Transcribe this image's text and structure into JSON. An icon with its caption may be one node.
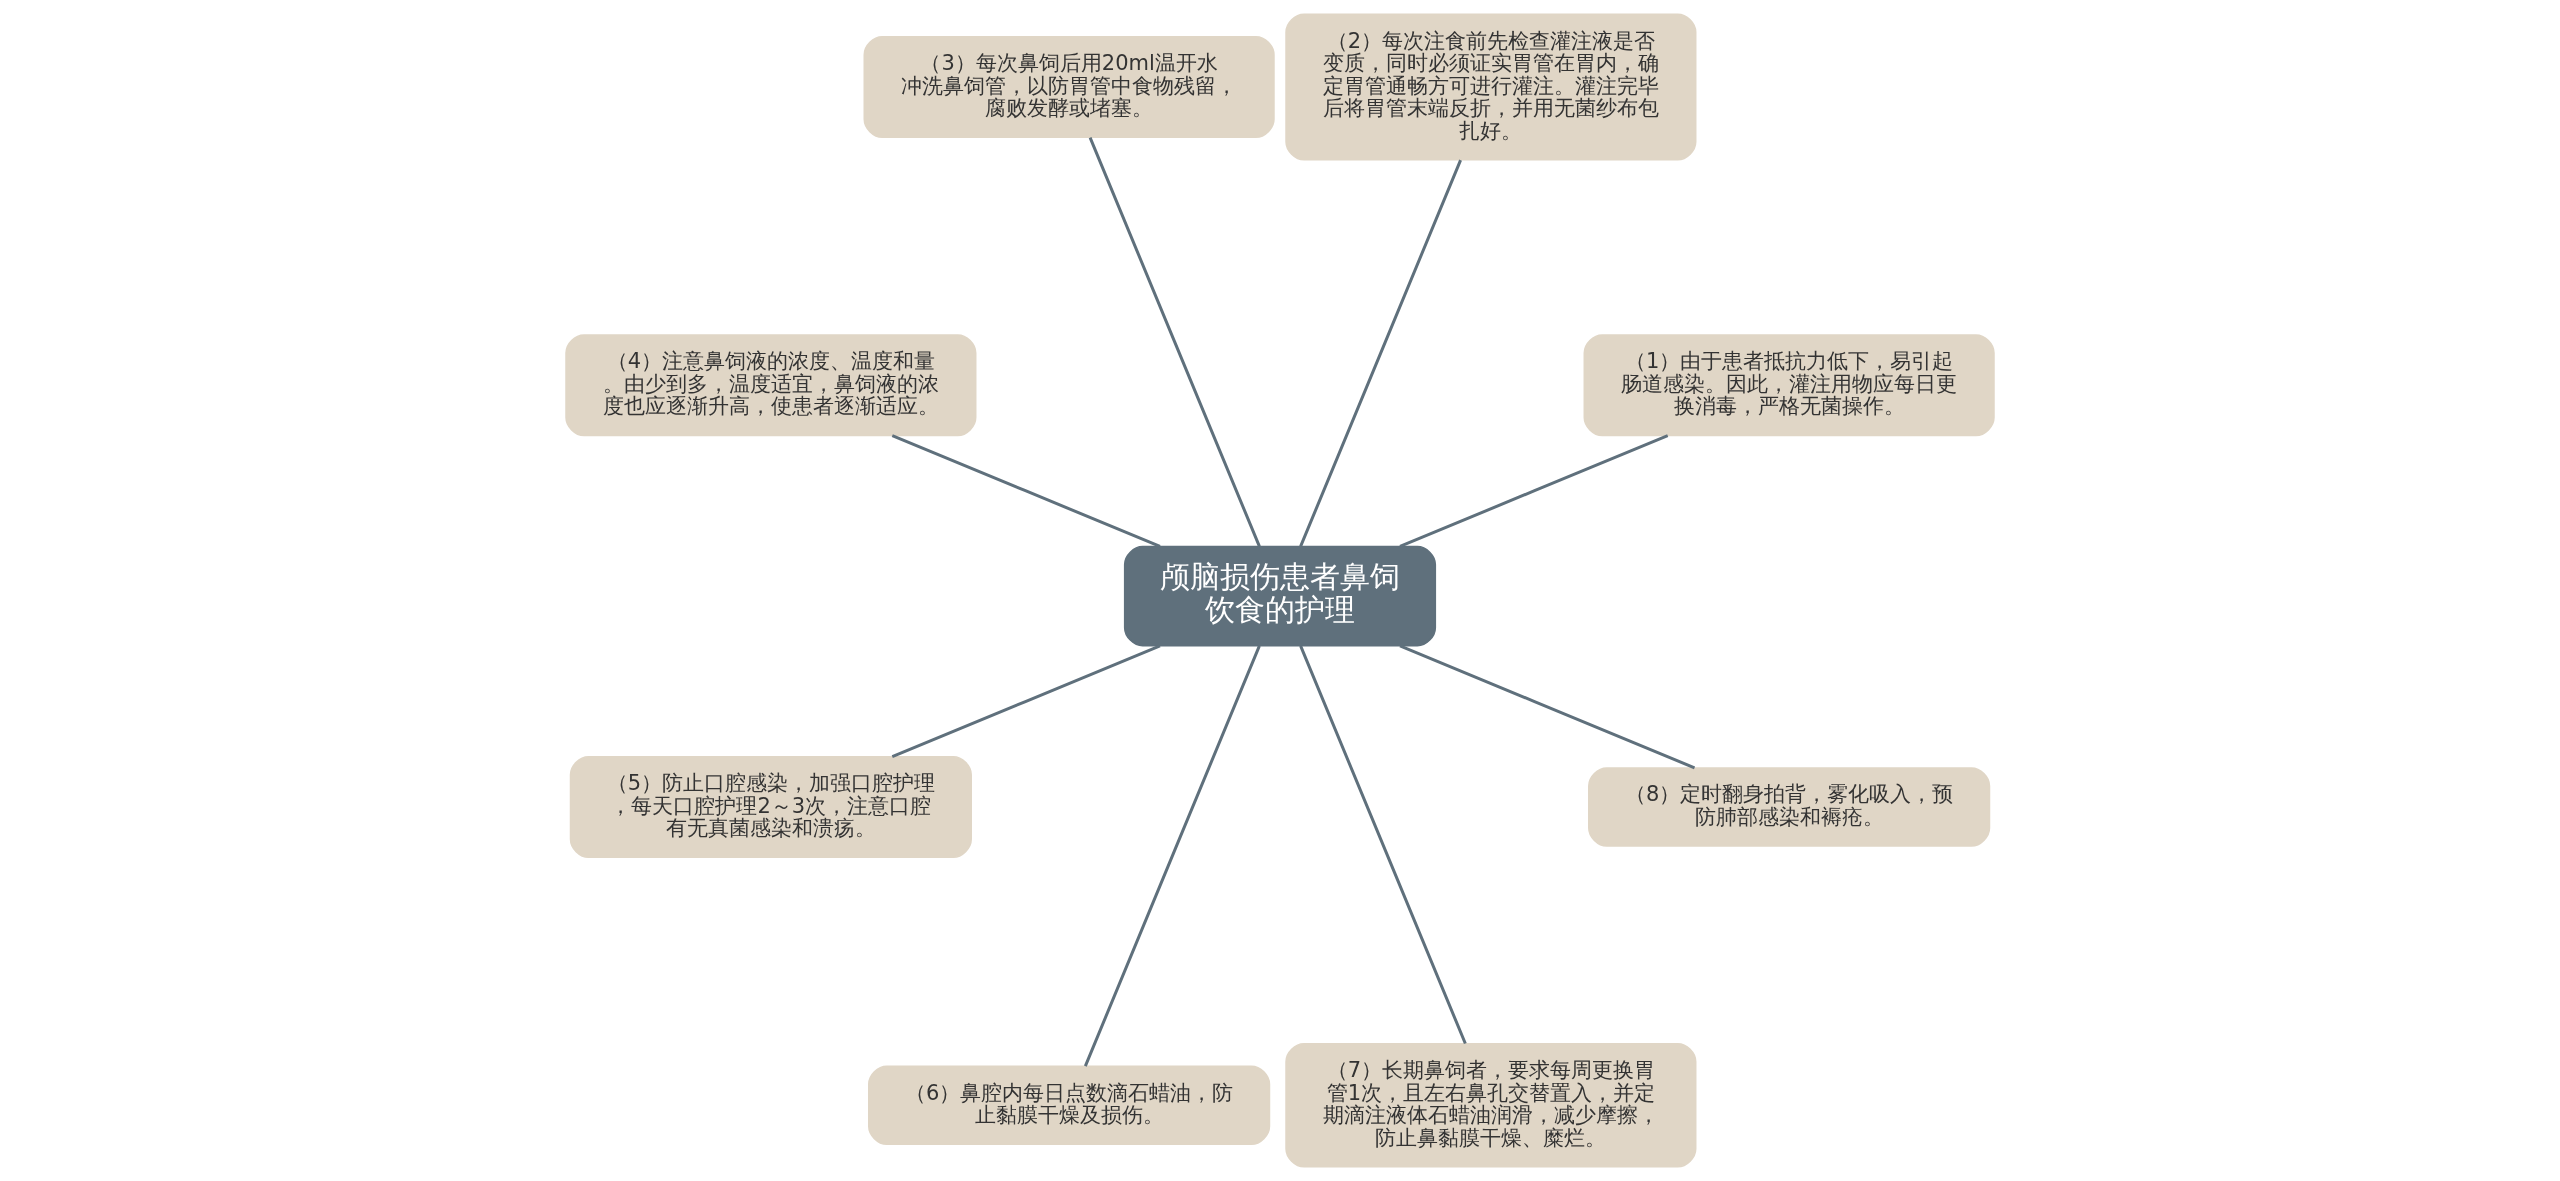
{
  "diagram": {
    "nodes": [
      {
        "text": [
          "颅脑损伤患者鼻饲饮食的护理"
        ]
      },
      {
        "text": [
          "（1）由于患者抵抗力低下，易引起肠道感染。因此，灌注用物应每日更换消毒，严格无菌操作。"
        ]
      },
      {
        "text": [
          "（2）每次注食前先检查灌注液是否变质，同时必须证实胃管在胃内，确定胃管通畅方可进行灌注。灌注完毕后将胃管末端反折，并用无菌纱布包扎好。"
        ]
      },
      {
        "text": [
          "（3）每次鼻饲后用20ml温开水冲洗鼻饲管，以防胃管中食物残留，腐败发酵或堵塞。"
        ]
      },
      {
        "text": [
          "（4）注意鼻饲液的浓度、温度和量。由少到多，温度适宜，鼻饲液的浓度也应逐渐升高，使患者逐渐适应。"
        ]
      },
      {
        "text": [
          "（5）防止口腔感染，加强口腔护理，每天口腔护理2～3次，注意口腔有无真菌感染和溃疡。"
        ]
      },
      {
        "text": [
          "（6）鼻腔内每日点数滴石蜡油，防止黏膜干燥及损伤。"
        ]
      },
      {
        "text": [
          "（7）长期鼻饲者，要求每周更换胃管1次，且左右鼻孔交替置入，并定期滴注液体石蜡油润滑，减少摩擦，防止鼻黏膜干燥、糜烂。"
        ]
      },
      {
        "text": [
          "（8）定时翻身拍背，雾化吸入，预防肺部感染和褥疮。"
        ]
      }
    ],
    "edges": [
      {
        "from": 0,
        "to": 1,
        "arrow": "none"
      },
      {
        "from": 0,
        "to": 2,
        "arrow": "none"
      },
      {
        "from": 0,
        "to": 3,
        "arrow": "none"
      },
      {
        "from": 0,
        "to": 4,
        "arrow": "none"
      },
      {
        "from": 0,
        "to": 5,
        "arrow": "none"
      },
      {
        "from": 0,
        "to": 6,
        "arrow": "none"
      },
      {
        "from": 0,
        "to": 7,
        "arrow": "none"
      },
      {
        "from": 0,
        "to": 8,
        "arrow": "none"
      }
    ]
  }
}
